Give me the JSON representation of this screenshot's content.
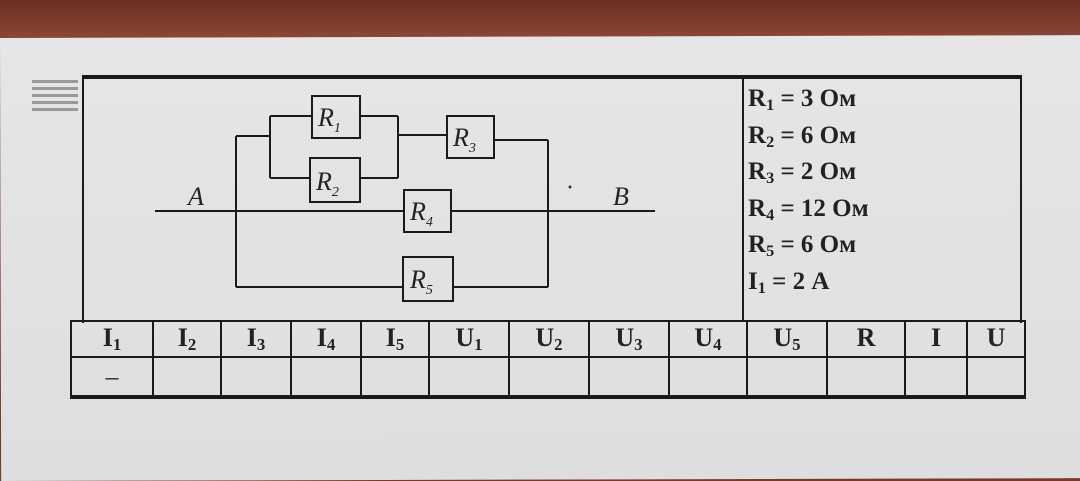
{
  "circuit": {
    "node_a": "A",
    "node_b": "B",
    "resistors": [
      {
        "letter": "R",
        "sub": "1"
      },
      {
        "letter": "R",
        "sub": "2"
      },
      {
        "letter": "R",
        "sub": "3"
      },
      {
        "letter": "R",
        "sub": "4"
      },
      {
        "letter": "R",
        "sub": "5"
      }
    ]
  },
  "given": [
    {
      "sym": "R",
      "sub": "1",
      "rest": " = 3 Ом"
    },
    {
      "sym": "R",
      "sub": "2",
      "rest": " = 6 Ом"
    },
    {
      "sym": "R",
      "sub": "3",
      "rest": " = 2 Ом"
    },
    {
      "sym": "R",
      "sub": "4",
      "rest": " = 12 Ом"
    },
    {
      "sym": "R",
      "sub": "5",
      "rest": " = 6 Ом"
    },
    {
      "sym": "I",
      "sub": "1",
      "rest": " = 2 А"
    }
  ],
  "table": {
    "headers": [
      {
        "sym": "I",
        "sub": "1"
      },
      {
        "sym": "I",
        "sub": "2"
      },
      {
        "sym": "I",
        "sub": "3"
      },
      {
        "sym": "I",
        "sub": "4"
      },
      {
        "sym": "I",
        "sub": "5"
      },
      {
        "sym": "U",
        "sub": "1"
      },
      {
        "sym": "U",
        "sub": "2"
      },
      {
        "sym": "U",
        "sub": "3"
      },
      {
        "sym": "U",
        "sub": "4"
      },
      {
        "sym": "U",
        "sub": "5"
      },
      {
        "sym": "R",
        "sub": ""
      },
      {
        "sym": "I",
        "sub": ""
      },
      {
        "sym": "U",
        "sub": ""
      }
    ],
    "values": [
      "–",
      "",
      "",
      "",
      "",
      "",
      "",
      "",
      "",
      "",
      "",
      "",
      ""
    ]
  }
}
